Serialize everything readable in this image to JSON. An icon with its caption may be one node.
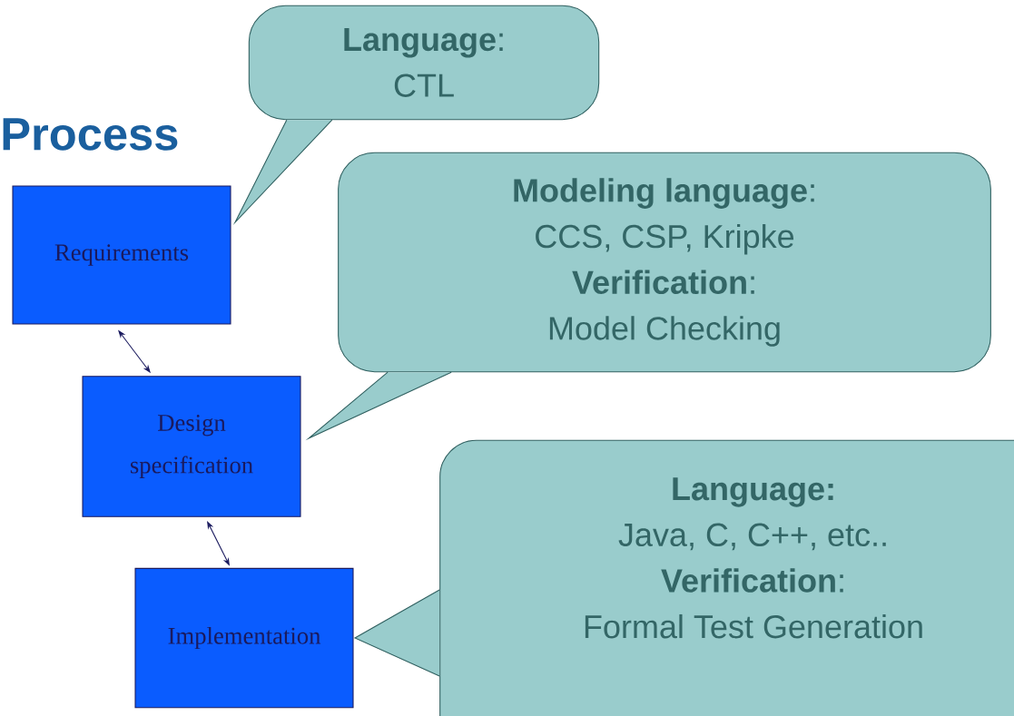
{
  "diagram": {
    "title": "Process",
    "nodes": [
      {
        "text": [
          "Requirements"
        ]
      },
      {
        "text": [
          "Design specification"
        ]
      },
      {
        "text": [
          "Implementation"
        ]
      },
      {
        "text": [
          "**Language**:",
          "CTL"
        ]
      },
      {
        "text": [
          "**Modeling language**:",
          "CCS, CSP, Kripke",
          "**Verification**:",
          "Model Checking"
        ]
      },
      {
        "text": [
          "**Language:**",
          "Java, C, C++, etc..",
          "**Verification**:",
          "Formal Test Generation"
        ]
      }
    ],
    "edges": [
      {
        "from": 0,
        "to": 1,
        "arrow": "both"
      },
      {
        "from": 1,
        "to": 2,
        "arrow": "both"
      }
    ]
  }
}
